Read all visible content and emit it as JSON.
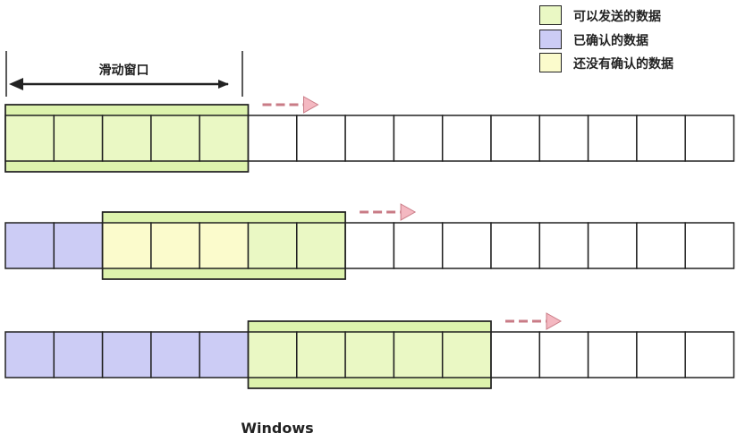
{
  "legend": [
    {
      "label": "可以发送的数据",
      "color": "#eaf8c4",
      "state": "sendable"
    },
    {
      "label": "已确认的数据",
      "color": "#ccccf5",
      "state": "acked"
    },
    {
      "label": "还没有确认的数据",
      "color": "#fbfbcc",
      "state": "unacked"
    }
  ],
  "window_span_label": "滑动窗口",
  "caption": "Windows",
  "colors": {
    "sendable": "#eaf8c4",
    "acked": "#ccccf5",
    "unacked": "#fbfbcc",
    "empty": "#ffffff",
    "window_overlay": "#ddf3ad",
    "border": "#222222",
    "arrow": "#f4b8c1"
  },
  "rows": [
    {
      "cells": [
        "sendable",
        "sendable",
        "sendable",
        "sendable",
        "sendable",
        "empty",
        "empty",
        "empty",
        "empty",
        "empty",
        "empty",
        "empty",
        "empty",
        "empty",
        "empty"
      ],
      "window_start": 0,
      "window_size": 5
    },
    {
      "cells": [
        "acked",
        "acked",
        "unacked",
        "unacked",
        "unacked",
        "sendable",
        "sendable",
        "empty",
        "empty",
        "empty",
        "empty",
        "empty",
        "empty",
        "empty",
        "empty"
      ],
      "window_start": 2,
      "window_size": 5
    },
    {
      "cells": [
        "acked",
        "acked",
        "acked",
        "acked",
        "acked",
        "sendable",
        "sendable",
        "sendable",
        "sendable",
        "sendable",
        "empty",
        "empty",
        "empty",
        "empty",
        "empty"
      ],
      "window_start": 5,
      "window_size": 5
    }
  ]
}
